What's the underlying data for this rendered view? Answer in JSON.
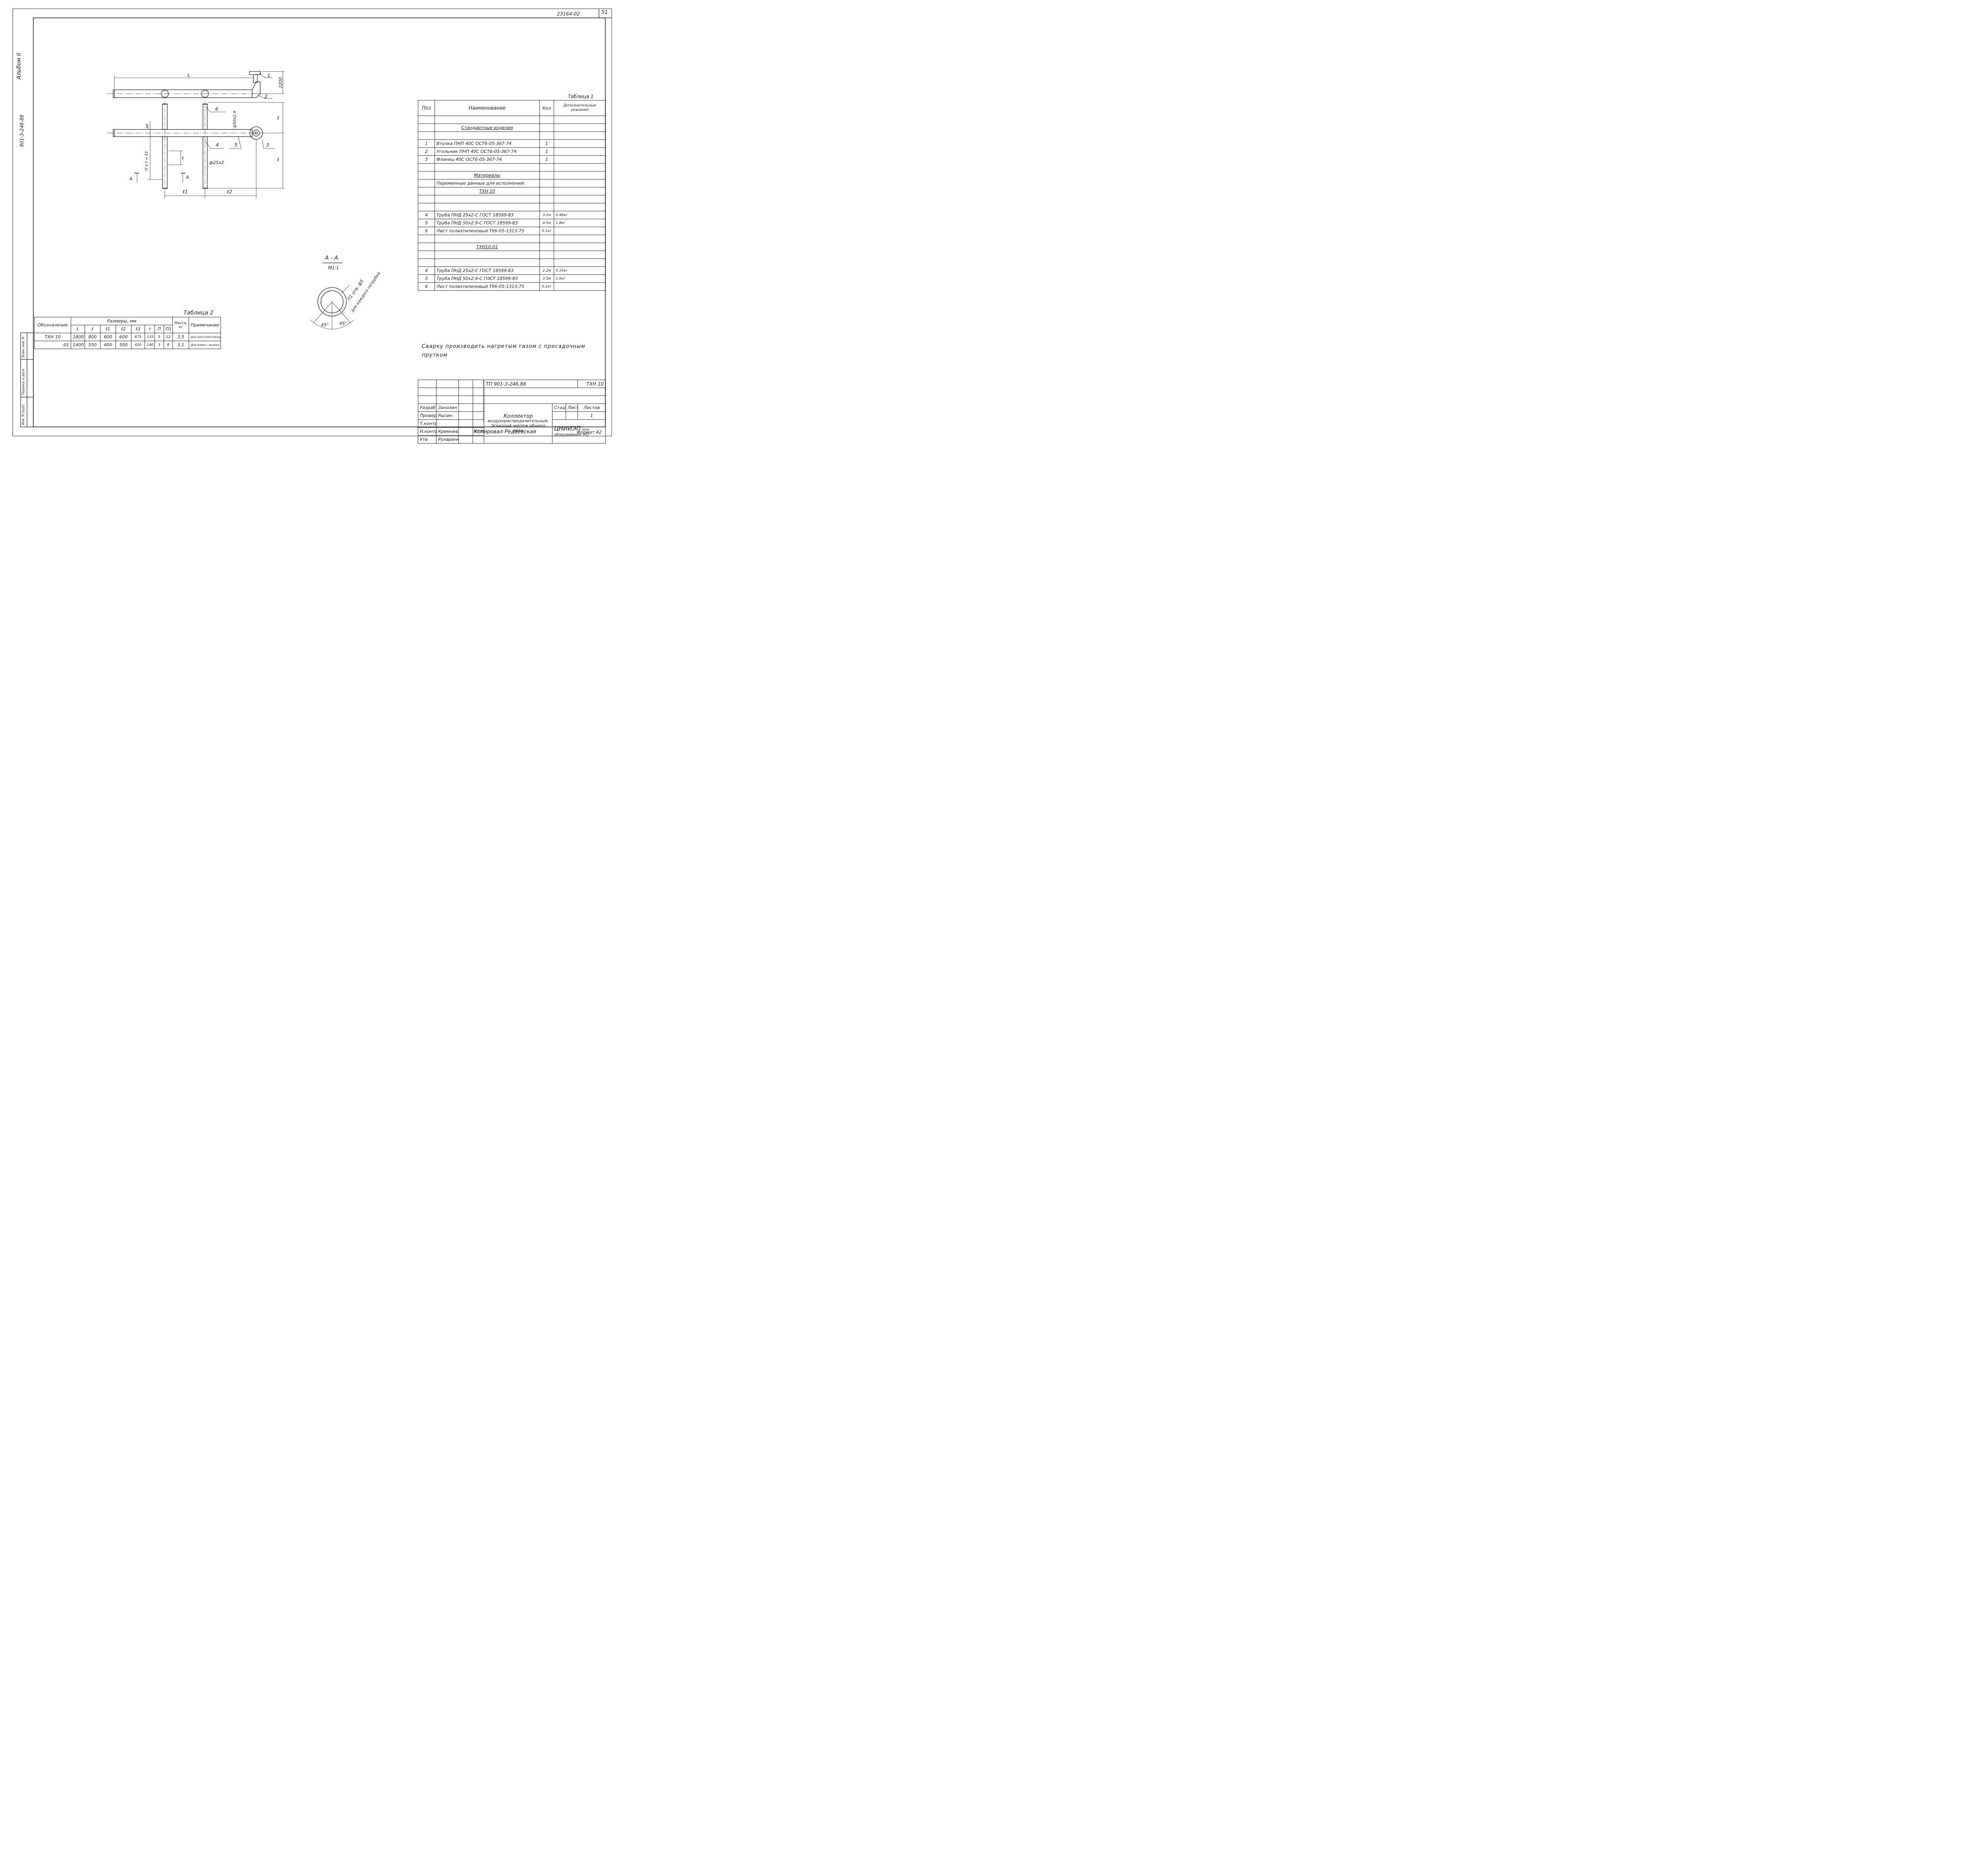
{
  "sheet": {
    "code": "23164-02",
    "sheet_number": "51",
    "album": "Альбом II",
    "doc_number_side": "901-3-246.88",
    "copied_by": "Копировал  Редаевская",
    "format": "Формат А2"
  },
  "drawing": {
    "L": "L",
    "h2200": "2200",
    "l": "ℓ",
    "l1": "ℓ1",
    "l2": "ℓ2",
    "t": "t",
    "d40": "40",
    "pipe50": "ф50х2,9",
    "pipe25": "ф25х2",
    "nxt": "П х t = ℓ3",
    "sectA": "А",
    "callouts": [
      "1",
      "2",
      "3",
      "4",
      "5",
      "6"
    ]
  },
  "section": {
    "title": "А - А",
    "scale": "М1:1",
    "hole_note_1": "П1 отв. ф5",
    "hole_note_2": "для каждого патрубка",
    "angle_left": "45°",
    "angle_right": "45°"
  },
  "table1": {
    "caption": "Таблица 1",
    "headers": [
      "Поз",
      "Наименование",
      "Кол",
      "Дополнительные указания"
    ],
    "std_heading": "Стандартные изделия",
    "std_rows": [
      [
        "1",
        "Втулка ПНП 40С   ОСТ6-05-367-74",
        "1",
        ""
      ],
      [
        "2",
        "Угольник ПНП 40С   ОСТ6-05-367-74",
        "1",
        ""
      ],
      [
        "3",
        "Фланец   40С   ОСТ6-05-367-74",
        "1",
        ""
      ]
    ],
    "mat_heading": "Материалы",
    "var_heading": "Переменные данные для исполнений:",
    "var1": "ТХН 10",
    "var1_rows": [
      [
        "4",
        "Труба  ПНД  25х2-С  ГОСТ 18599-83",
        "3.2м",
        "0.49кг"
      ],
      [
        "5",
        "Труба  ПНД  50х2,9-С  ГОСТ 18599-83",
        "4.0м",
        "1.8кг"
      ],
      [
        "6",
        "Лист полиэтиленовый ТУ6-05-1313-75",
        "0.1кг",
        ""
      ]
    ],
    "var2": "ТХН10-01",
    "var2_rows": [
      [
        "4",
        "Труба  ПНД  25х2-С  ГОСТ 18599-83",
        "2.2м",
        "0.33кг"
      ],
      [
        "5",
        "Труба  ПНД  50х2,9-С  ГОСТ 18599-83",
        "3.5м",
        "1.6кг"
      ],
      [
        "6",
        "Лист полиэтиленовый ТУ6-05-1313-75",
        "0.1кг",
        ""
      ]
    ]
  },
  "table2": {
    "caption": "Таблица 2",
    "h_designation": "Обозначение",
    "h_sizes": "Размеры, мм",
    "h_mass": "Масса, кг",
    "h_note": "Примечание",
    "cols": [
      "L",
      "ℓ",
      "ℓ1",
      "ℓ2",
      "ℓ3",
      "t",
      "П",
      "П1"
    ],
    "rows": [
      [
        "ТХН 10",
        "1800",
        "800",
        "600",
        "600",
        "675",
        "135",
        "5",
        "12",
        "3,5",
        "Для коагулянтомпад"
      ],
      [
        "-01",
        "1400",
        "550",
        "400",
        "500",
        "420",
        "140",
        "3",
        "8",
        "3,1",
        "Для извест. молока"
      ]
    ]
  },
  "note": "Сварку производить нагретым газом с присадочным прутком",
  "left_strip": [
    "Инв. N подл.",
    "Подпись и дата",
    "Взам. инв. N"
  ],
  "title_block": {
    "doc": "ТП  901-3-246.88",
    "mark": "ТХН 10",
    "name1": "Коллектор",
    "name2": "воздухораспределительный.",
    "name3": "Эскизный чертеж общего вида",
    "org1": "ЦНИИЭП",
    "org2": "инж.",
    "org3": "оборудования,",
    "org4": "КО",
    "stage_h": "Стадия",
    "sheet_h": "Лист",
    "sheets_h": "Листов",
    "sheets_v": "1",
    "date_label": "07.88",
    "people": [
      [
        "Разраб",
        "Занозин"
      ],
      [
        "Провер.",
        "Рысин"
      ],
      [
        "Т.контр",
        ""
      ],
      [
        "Н.контр",
        "Кремнев"
      ],
      [
        "Утв",
        "Рухаренко"
      ]
    ]
  }
}
